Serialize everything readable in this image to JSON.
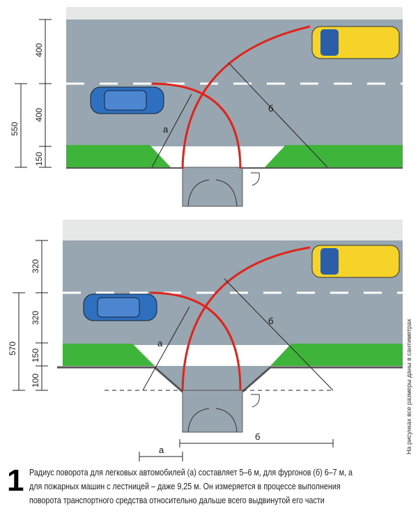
{
  "top_diagram": {
    "dimensions": [
      "400",
      "400",
      "150",
      "550"
    ],
    "labels": {
      "a": "a",
      "b": "б"
    }
  },
  "bottom_diagram": {
    "dimensions": [
      "320",
      "320",
      "150",
      "100",
      "570"
    ],
    "labels": {
      "a": "a",
      "b": "б",
      "a_bottom": "a",
      "b_bottom": "б"
    }
  },
  "caption": {
    "number": "1",
    "text": "Радиус поворота для легковых автомобилей (а) составляет 5–6 м, для фургонов (б) 6–7 м, а для пожарных машин с лестницей – даже 9,25 м. Он измеряется в процессе выполнения поворота транспортного средства относительно дальше всего выдвинутой его части"
  },
  "side_note": "На рисунках все размеры даны в сантиметрах",
  "colors": {
    "road": "#97a6b0",
    "grass": "#3fb43a",
    "curve": "#e0241b",
    "car": "#2f6fc0",
    "van": "#f5d328"
  }
}
